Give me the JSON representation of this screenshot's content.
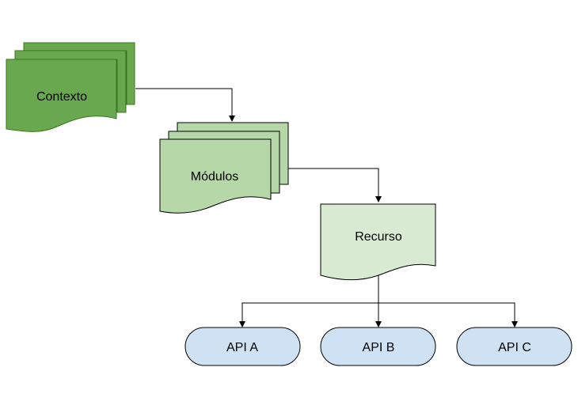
{
  "nodes": {
    "contexto": {
      "label": "Contexto",
      "fill": "#6aa84f",
      "stroke": "#38761d"
    },
    "modulos": {
      "label": "Módulos",
      "fill": "#b6d7a8",
      "stroke": "#000000"
    },
    "recurso": {
      "label": "Recurso",
      "fill": "#d9ead3",
      "stroke": "#000000"
    },
    "api_a": {
      "label": "API A",
      "fill": "#cfe2f3",
      "stroke": "#000000"
    },
    "api_b": {
      "label": "API B",
      "fill": "#cfe2f3",
      "stroke": "#000000"
    },
    "api_c": {
      "label": "API C",
      "fill": "#cfe2f3",
      "stroke": "#000000"
    }
  },
  "edges": [
    {
      "from": "Contexto",
      "to": "Módulos"
    },
    {
      "from": "Módulos",
      "to": "Recurso"
    },
    {
      "from": "Recurso",
      "to": "API A"
    },
    {
      "from": "Recurso",
      "to": "API B"
    },
    {
      "from": "Recurso",
      "to": "API C"
    }
  ]
}
